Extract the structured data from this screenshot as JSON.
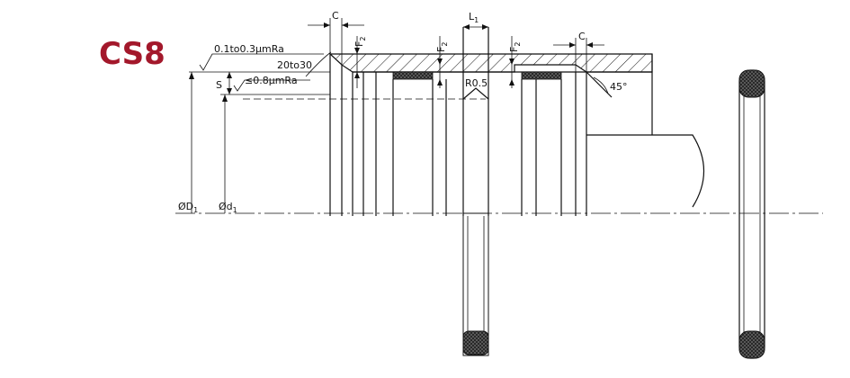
{
  "title": {
    "text": "CS8",
    "color": "#a3182b"
  },
  "labels": {
    "c_left": "C",
    "c_right": "C",
    "l1_main": "L",
    "l1_sub": "1",
    "f2_main": "F",
    "f2_sub": "2",
    "roughness_top": "0.1to0.3μmRa",
    "angle_range": "20to30",
    "roughness_bottom": "≤0.8μmRa",
    "s": "S",
    "radius": "R0.5",
    "angle_45": "45°",
    "od_main": "ØD",
    "od_sub": "1",
    "id_main": "Ød",
    "id_sub": "1"
  }
}
